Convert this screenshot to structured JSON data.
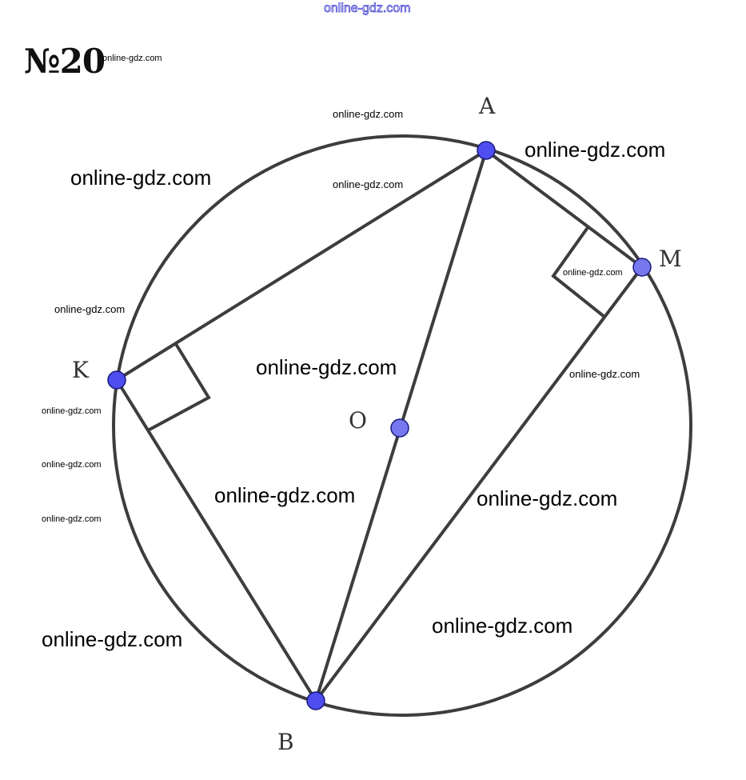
{
  "problem_number": "№20",
  "watermark": "online-gdz.com",
  "points": {
    "A": "A",
    "M": "M",
    "K": "K",
    "O": "O",
    "B": "B"
  },
  "colors": {
    "line": "#3d3d3d",
    "point_fill": "#4d4df0",
    "point_center_fill": "#7777ee",
    "point_stroke": "#1a1a7a",
    "top_watermark": "#3a3ad0"
  }
}
